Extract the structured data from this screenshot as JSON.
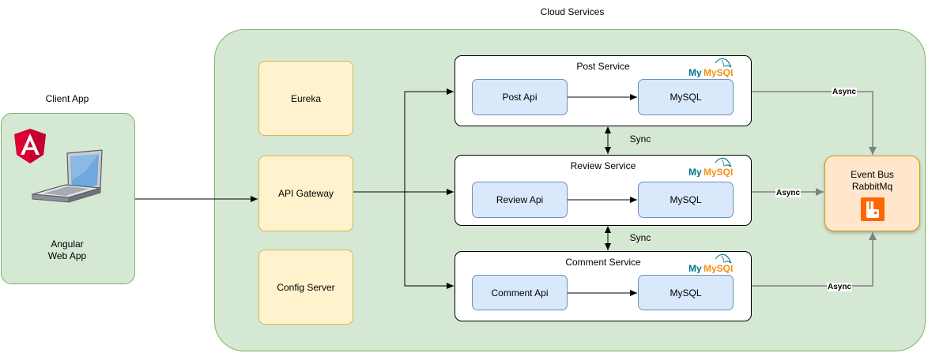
{
  "cloud": {
    "title": "Cloud Services"
  },
  "client": {
    "title": "Client App",
    "app_label_line1": "Angular",
    "app_label_line2": "Web App"
  },
  "infra": {
    "eureka": "Eureka",
    "gateway": "API Gateway",
    "config": "Config Server"
  },
  "services": {
    "post": {
      "title": "Post Service",
      "api": "Post Api",
      "db": "MySQL"
    },
    "review": {
      "title": "Review Service",
      "api": "Review Api",
      "db": "MySQL"
    },
    "comment": {
      "title": "Comment Service",
      "api": "Comment Api",
      "db": "MySQL"
    }
  },
  "sync_labels": [
    "Sync",
    "Sync"
  ],
  "async_labels": [
    "Async",
    "Async",
    "Async"
  ],
  "event_bus": {
    "line1": "Event Bus",
    "line2": "RabbitMq"
  },
  "logo_text": "MySQL",
  "colors": {
    "green_fill": "#d5e8d4",
    "green_stroke": "#82b366",
    "yellow_fill": "#fff2cc",
    "yellow_stroke": "#d6b656",
    "blue_fill": "#dae8fc",
    "blue_stroke": "#6c8ebf",
    "orange_fill": "#ffe6cc",
    "orange_stroke": "#d79b00",
    "angular_red": "#dd0031",
    "rabbit_orange": "#ff6600",
    "mysql_blue": "#00758f",
    "mysql_orange": "#f29111"
  }
}
